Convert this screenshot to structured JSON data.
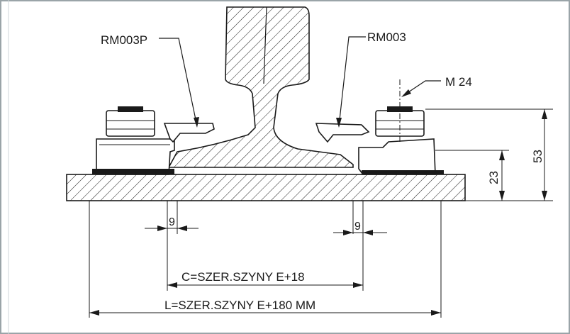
{
  "labels": {
    "part_left": "RM003P",
    "part_right": "RM003",
    "bolt": "M 24",
    "dim_height_total": "53",
    "dim_height_base": "23",
    "dim_gap_left": "9",
    "dim_gap_right": "9",
    "dim_c": "C=SZER.SZYNY E+18",
    "dim_l": "L=SZER.SZYNY E+180 MM"
  },
  "colors": {
    "line": "#1a1a1a",
    "background": "#ffffff",
    "frame": "#9aa4a8"
  }
}
